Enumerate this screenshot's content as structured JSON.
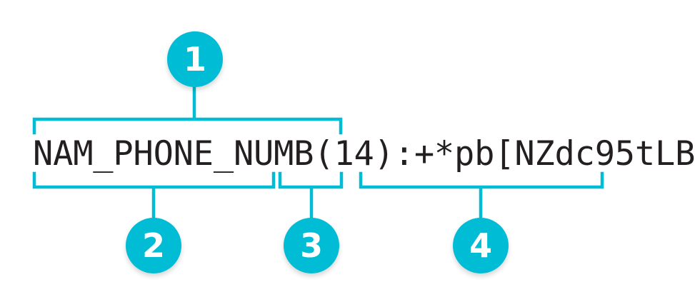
{
  "diagram": {
    "accent_color": "#00bcd4",
    "text_color": "#231f20",
    "background_color": "#ffffff",
    "code_string": "NAM_PHONE_NUMB(14):+*pb[NZdc95tLB",
    "markers": [
      {
        "id": "1",
        "label": "1",
        "position": "top",
        "covers": "NAM_PHONE_NUMB(14)"
      },
      {
        "id": "2",
        "label": "2",
        "position": "bottom",
        "covers": "NAM_PHONE_NUMB"
      },
      {
        "id": "3",
        "label": "3",
        "position": "bottom",
        "covers": "(14)"
      },
      {
        "id": "4",
        "label": "4",
        "position": "bottom",
        "covers": ":+*pb[NZdc95tLB"
      }
    ]
  }
}
